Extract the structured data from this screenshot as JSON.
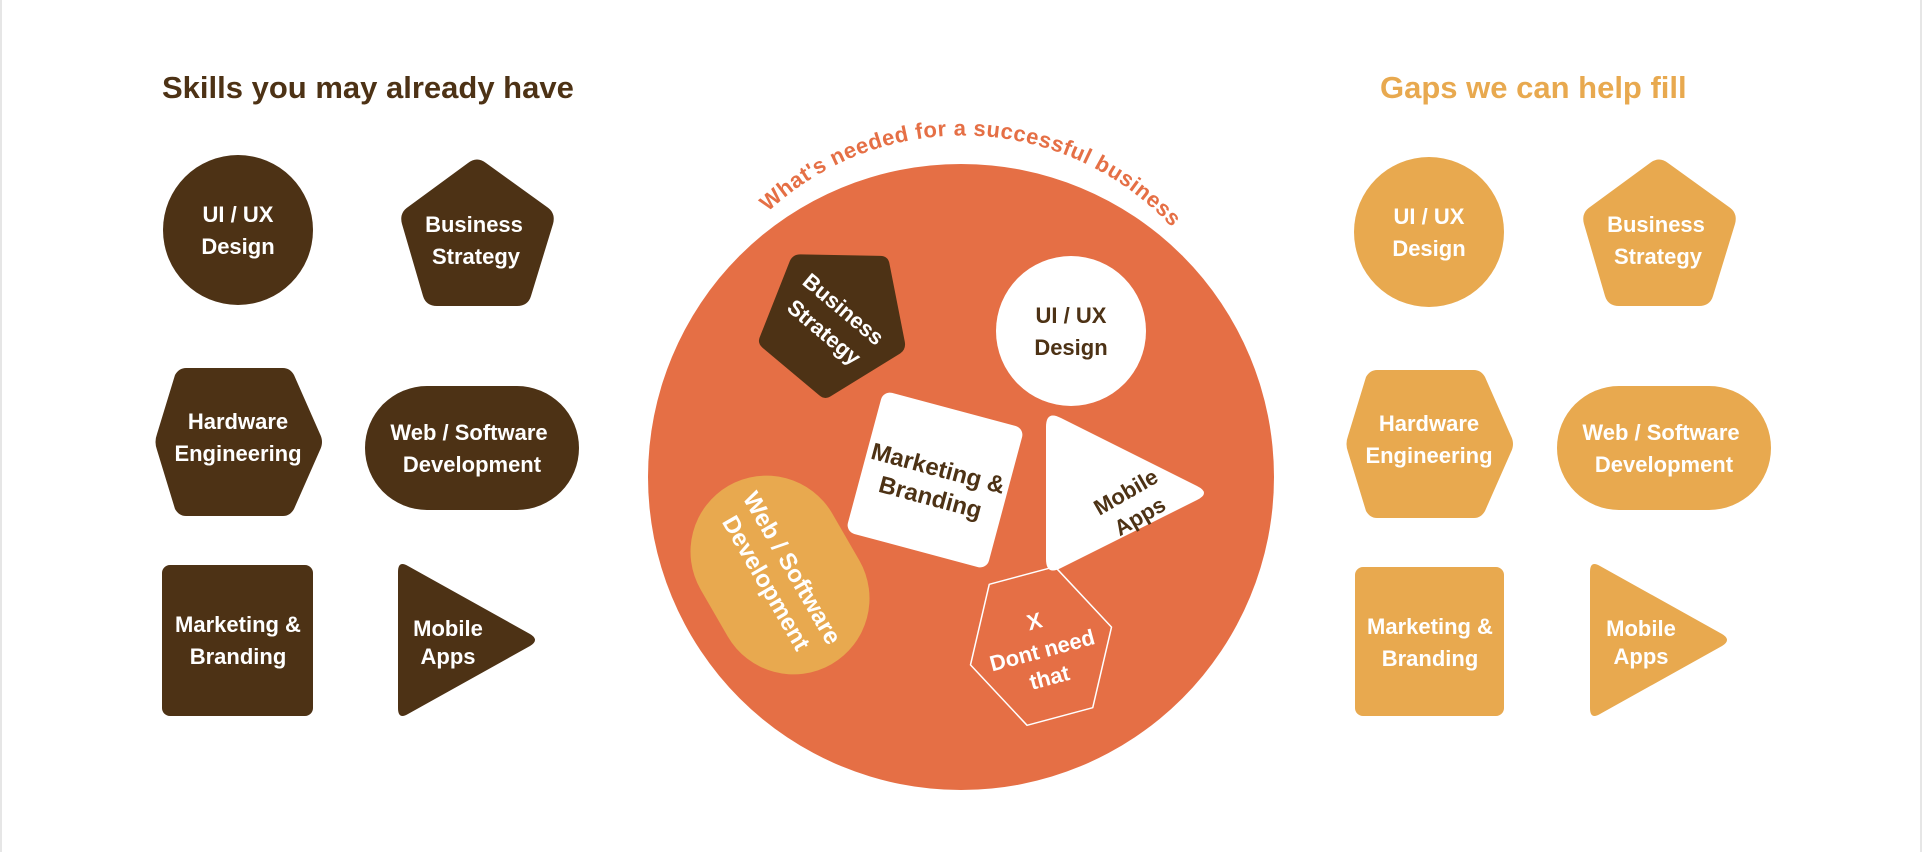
{
  "colors": {
    "brown": "#4d3215",
    "gold": "#e8a94f",
    "orange": "#e56f45",
    "white": "#ffffff"
  },
  "left_panel": {
    "heading": "Skills you may already have",
    "items": [
      {
        "shape": "circle",
        "line1": "UI / UX",
        "line2": "Design"
      },
      {
        "shape": "pentagon",
        "line1": "Business",
        "line2": "Strategy"
      },
      {
        "shape": "hexagon",
        "line1": "Hardware",
        "line2": "Engineering"
      },
      {
        "shape": "pill",
        "line1": "Web / Software",
        "line2": "Development"
      },
      {
        "shape": "square",
        "line1": "Marketing &",
        "line2": "Branding"
      },
      {
        "shape": "triangle",
        "line1": "Mobile",
        "line2": "Apps"
      }
    ]
  },
  "center": {
    "arc_title": "What's needed for a successful business",
    "items": [
      {
        "shape": "pentagon",
        "line1": "Business",
        "line2": "Strategy"
      },
      {
        "shape": "circle",
        "line1": "UI / UX",
        "line2": "Design"
      },
      {
        "shape": "square",
        "line1": "Marketing &",
        "line2": "Branding"
      },
      {
        "shape": "triangle",
        "line1": "Mobile",
        "line2": "Apps"
      },
      {
        "shape": "pill",
        "line1": "Web / Software",
        "line2": "Development"
      },
      {
        "shape": "hexagon-outline",
        "line0": "X",
        "line1": "Dont need",
        "line2": "that"
      }
    ]
  },
  "right_panel": {
    "heading": "Gaps we can help fill",
    "items": [
      {
        "shape": "circle",
        "line1": "UI / UX",
        "line2": "Design"
      },
      {
        "shape": "pentagon",
        "line1": "Business",
        "line2": "Strategy"
      },
      {
        "shape": "hexagon",
        "line1": "Hardware",
        "line2": "Engineering"
      },
      {
        "shape": "pill",
        "line1": "Web / Software",
        "line2": "Development"
      },
      {
        "shape": "square",
        "line1": "Marketing &",
        "line2": "Branding"
      },
      {
        "shape": "triangle",
        "line1": "Mobile",
        "line2": "Apps"
      }
    ]
  }
}
